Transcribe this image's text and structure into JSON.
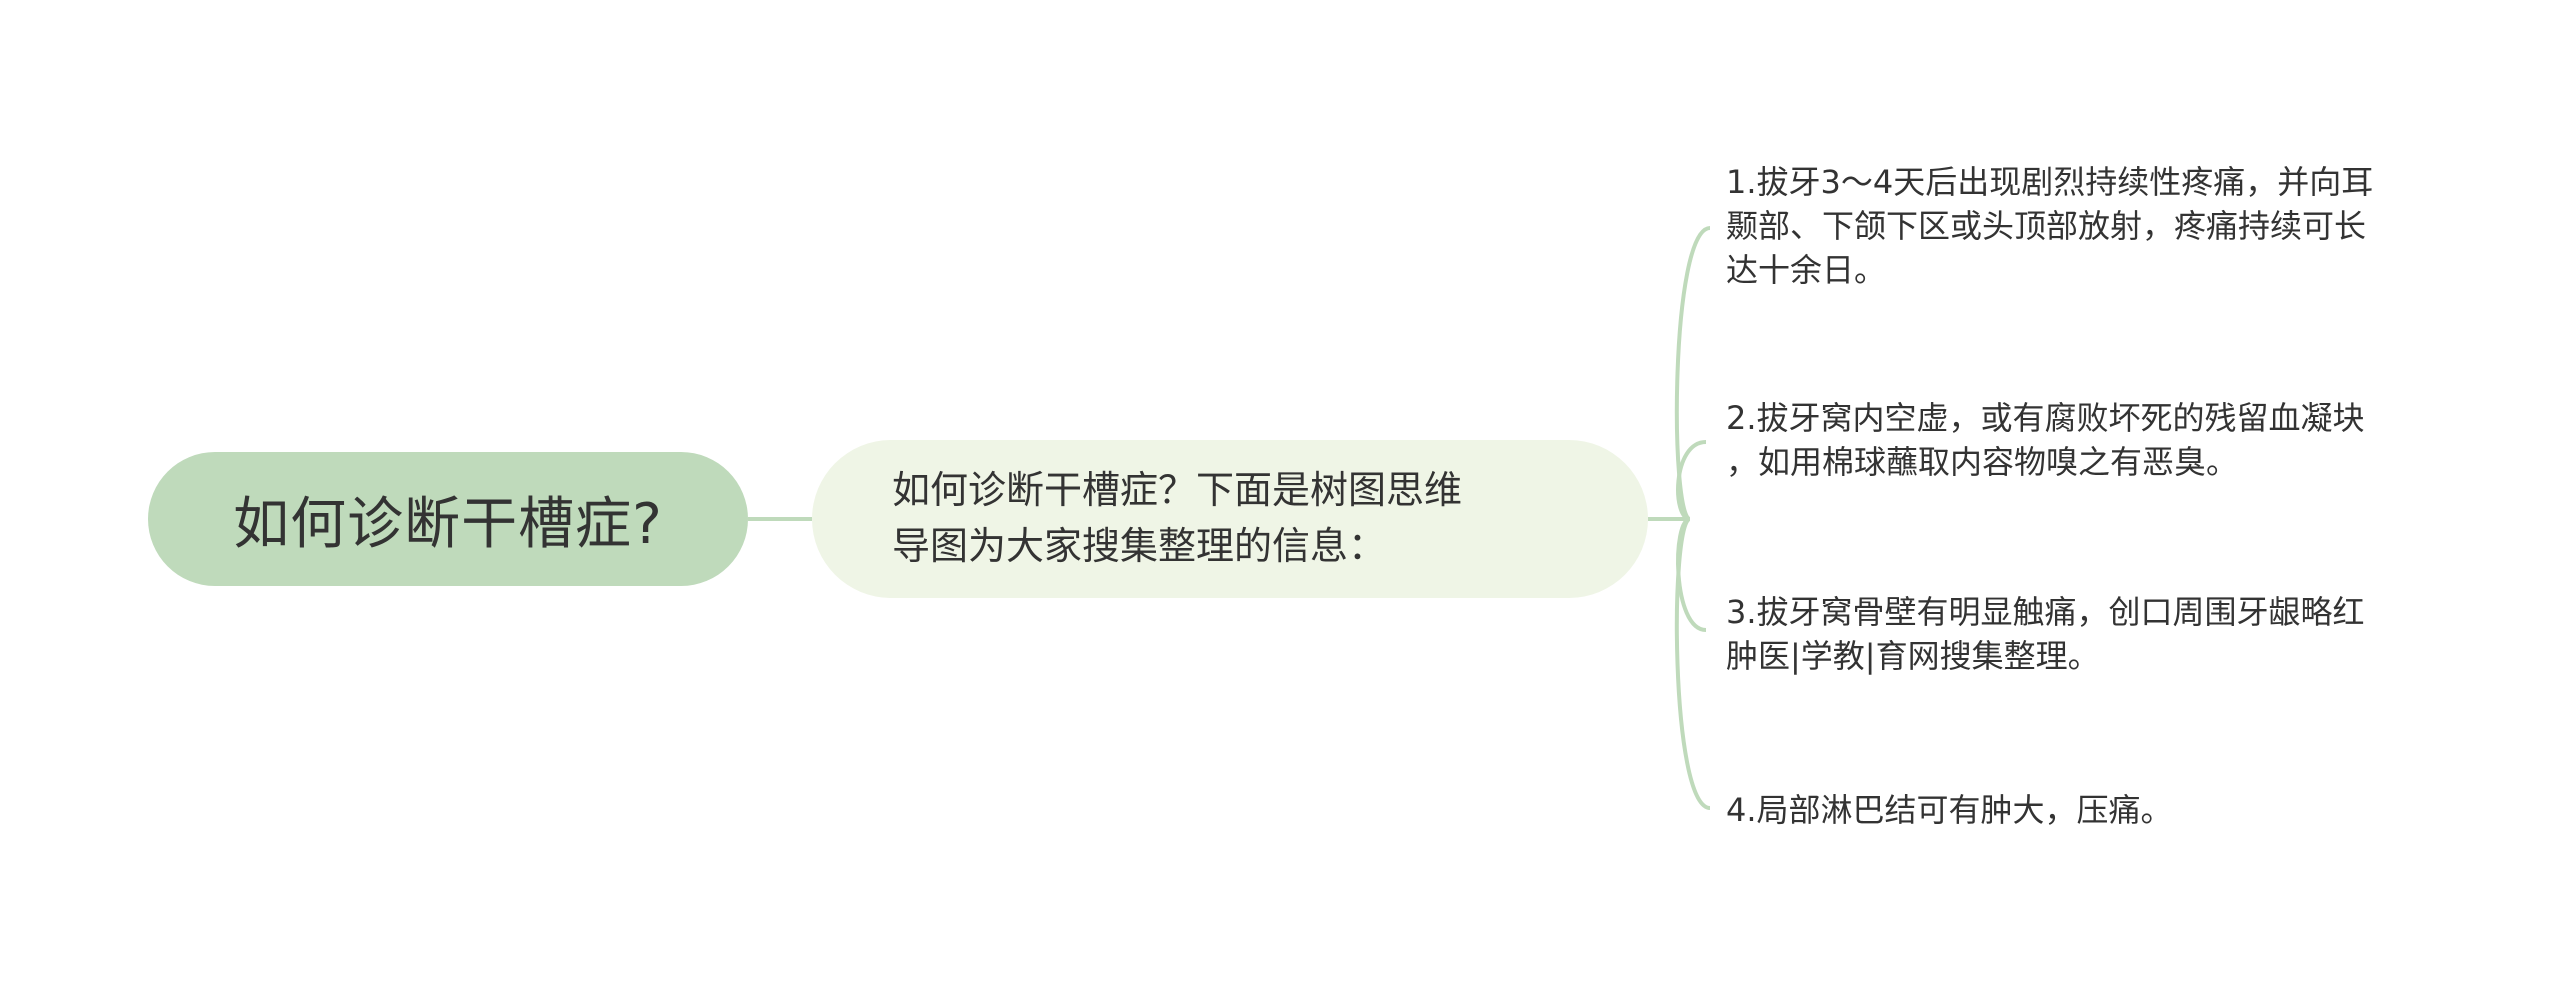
{
  "colors": {
    "root_fill": "#bfdabb",
    "main_fill": "#eff5e6",
    "connector": "#bfdabb",
    "text": "#333333"
  },
  "root": {
    "label": "如何诊断干槽症?"
  },
  "main": {
    "lines": [
      "如何诊断干槽症？下面是树图思维",
      "导图为大家搜集整理的信息："
    ]
  },
  "leaves": [
    {
      "lines": [
        "1.拔牙3～4天后出现剧烈持续性疼痛，并向耳",
        "颞部、下颌下区或头顶部放射，疼痛持续可长",
        "达十余日。"
      ]
    },
    {
      "lines": [
        "2.拔牙窝内空虚，或有腐败坏死的残留血凝块",
        "，如用棉球蘸取内容物嗅之有恶臭。"
      ]
    },
    {
      "lines": [
        "3.拔牙窝骨壁有明显触痛，创口周围牙龈略红",
        "肿医|学教|育网搜集整理。"
      ]
    },
    {
      "lines": [
        "4.局部淋巴结可有肿大，压痛。"
      ]
    }
  ]
}
